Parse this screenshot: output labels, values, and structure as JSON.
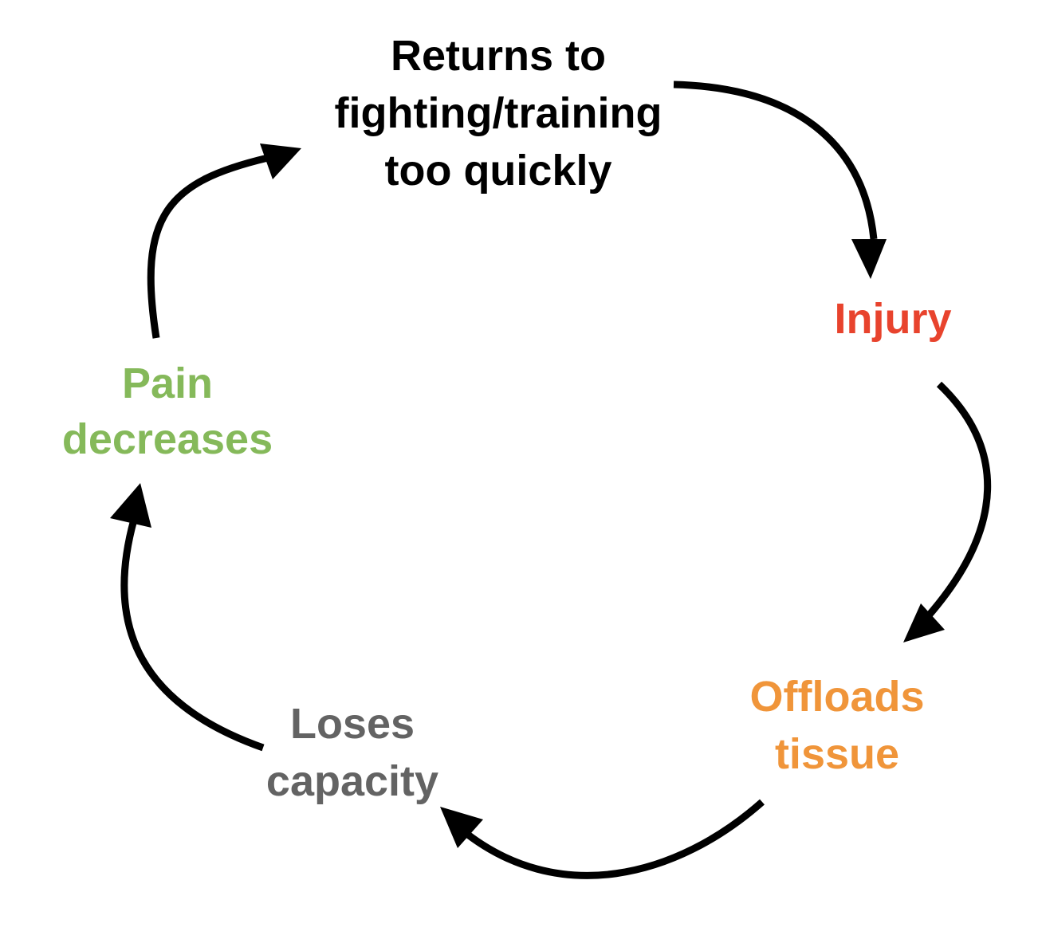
{
  "diagram": {
    "nodes": [
      {
        "id": "returns",
        "lines": [
          "Returns to",
          "fighting/training",
          "too quickly"
        ],
        "color": "#000000"
      },
      {
        "id": "injury",
        "lines": [
          "Injury"
        ],
        "color": "#e8432d"
      },
      {
        "id": "offloads",
        "lines": [
          "Offloads",
          "tissue"
        ],
        "color": "#f0953a"
      },
      {
        "id": "loses",
        "lines": [
          "Loses",
          "capacity"
        ],
        "color": "#636363"
      },
      {
        "id": "pain",
        "lines": [
          "Pain",
          "decreases"
        ],
        "color": "#85b95a"
      }
    ],
    "edges": [
      {
        "from": "returns",
        "to": "injury"
      },
      {
        "from": "injury",
        "to": "offloads"
      },
      {
        "from": "offloads",
        "to": "loses"
      },
      {
        "from": "loses",
        "to": "pain"
      },
      {
        "from": "pain",
        "to": "returns"
      }
    ],
    "arrow_color": "#000000"
  }
}
